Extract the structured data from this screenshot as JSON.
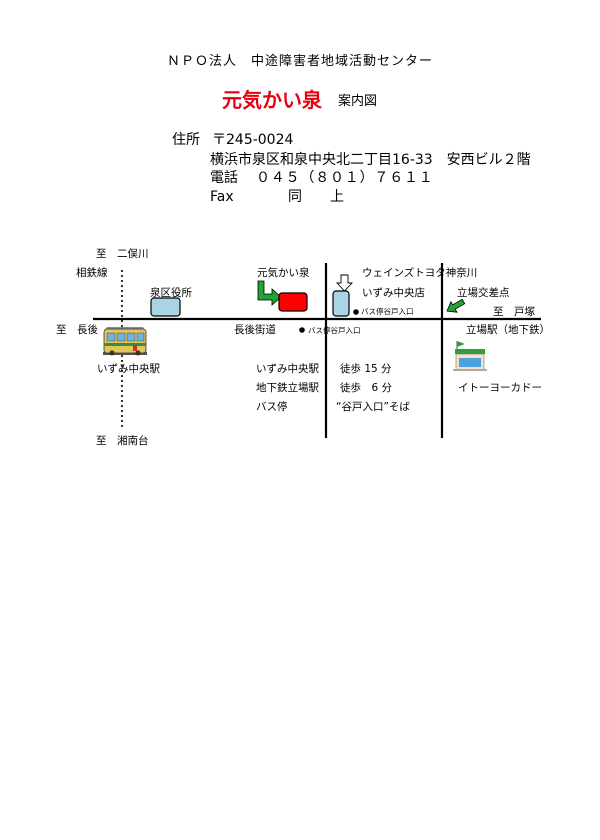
{
  "header": {
    "organization": "ＮＰＯ法人　中途障害者地域活動センター",
    "title": "元気かい泉",
    "subtitle": "案内図"
  },
  "address": {
    "label": "住所",
    "postal_code": "〒245-0024",
    "street": "横浜市泉区和泉中央北二丁目16-33　安西ビル２階",
    "phone_label": "電話",
    "phone": "０４５（８０１）７６１１",
    "fax_label": "Fax",
    "fax": "同　　上"
  },
  "map": {
    "to_futamatagawa": "至　二俣川",
    "sotetsu_line": "相鉄線",
    "ward_office": "泉区役所",
    "center_label": "元気かい泉",
    "car_dealer": "ウェインズトヨタ神奈川",
    "supermarket": "いずみ中央店",
    "intersection": "立場交差点",
    "bus_stop_north": "バス停谷戸入口",
    "to_totsuka": "至　戸塚",
    "to_chogo": "至　長後",
    "road_name": "長後街道",
    "bus_stop_south": "バス停谷戸入口",
    "tateba_station": "立場駅（地下鉄）",
    "izumi_chuo_station": "いずみ中央駅",
    "ito_yokado": "イトーヨーカドー",
    "to_shonandai": "至　湘南台"
  },
  "access": [
    {
      "from": "いずみ中央駅",
      "detail": "徒歩 15 分"
    },
    {
      "from": "地下鉄立場駅",
      "detail": "徒歩　6 分"
    },
    {
      "from": "バス停",
      "detail": "“谷戸入口”そば"
    }
  ],
  "icons": {
    "station": "train-icon",
    "shop": "store-icon",
    "pointer": "arrow-icon",
    "bus_stop": "dot-marker"
  },
  "colors": {
    "title": "#e60012",
    "center_building": "#ff0000",
    "building": "#a9d4e4",
    "arrow": "#21a336"
  }
}
